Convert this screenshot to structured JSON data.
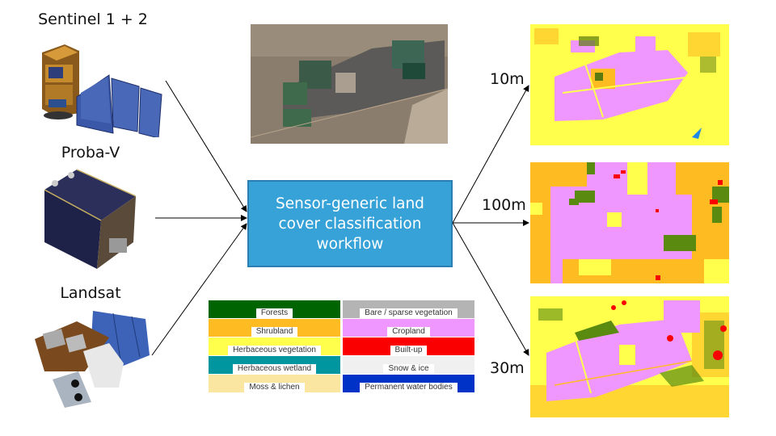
{
  "satellites": [
    {
      "name": "Sentinel 1 + 2",
      "icon": "sentinel-satellite-icon"
    },
    {
      "name": "Proba-V",
      "icon": "proba-v-satellite-icon"
    },
    {
      "name": "Landsat",
      "icon": "landsat-satellite-icon"
    }
  ],
  "workflow": {
    "line1": "Sensor-generic land",
    "line2": "cover classification",
    "line3": "workflow",
    "fill_color": "#36a2d8"
  },
  "satellite_image": {
    "description": "true-color satellite image of agricultural fields"
  },
  "outputs": [
    {
      "resolution": "10m"
    },
    {
      "resolution": "100m"
    },
    {
      "resolution": "30m"
    }
  ],
  "legend": {
    "items": [
      {
        "label": "Forests",
        "color": "#006400"
      },
      {
        "label": "Bare / sparse vegetation",
        "color": "#b4b4b4"
      },
      {
        "label": "Shrubland",
        "color": "#ffbb22"
      },
      {
        "label": "Cropland",
        "color": "#f096ff"
      },
      {
        "label": "Herbaceous vegetation",
        "color": "#ffff4c"
      },
      {
        "label": "Built-up",
        "color": "#fa0000"
      },
      {
        "label": "Herbaceous wetland",
        "color": "#0096a0"
      },
      {
        "label": "Snow & ice",
        "color": "#f0f0f0"
      },
      {
        "label": "Moss & lichen",
        "color": "#fae6a0"
      },
      {
        "label": "Permanent water bodies",
        "color": "#0032c8"
      }
    ]
  }
}
